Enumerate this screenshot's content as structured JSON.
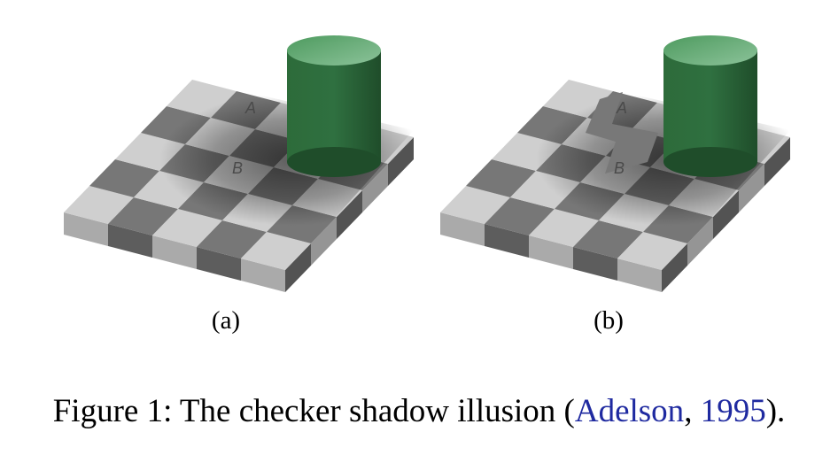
{
  "figure": {
    "panels": [
      {
        "id": "a",
        "label": "(a)",
        "square_labels": [
          "A",
          "B"
        ],
        "variant": "plain"
      },
      {
        "id": "b",
        "label": "(b)",
        "square_labels": [
          "A",
          "B"
        ],
        "variant": "connected"
      }
    ],
    "caption": {
      "prefix": "Figure 1: The checker shadow illusion (",
      "cite_author": "Adelson",
      "separator": ", ",
      "cite_year": "1995",
      "suffix": ")."
    }
  },
  "colors": {
    "light_square": "#cfcfcf",
    "dark_square": "#777777",
    "cylinder_green": "#3f8a50",
    "citation_link": "#1f2aa0"
  }
}
